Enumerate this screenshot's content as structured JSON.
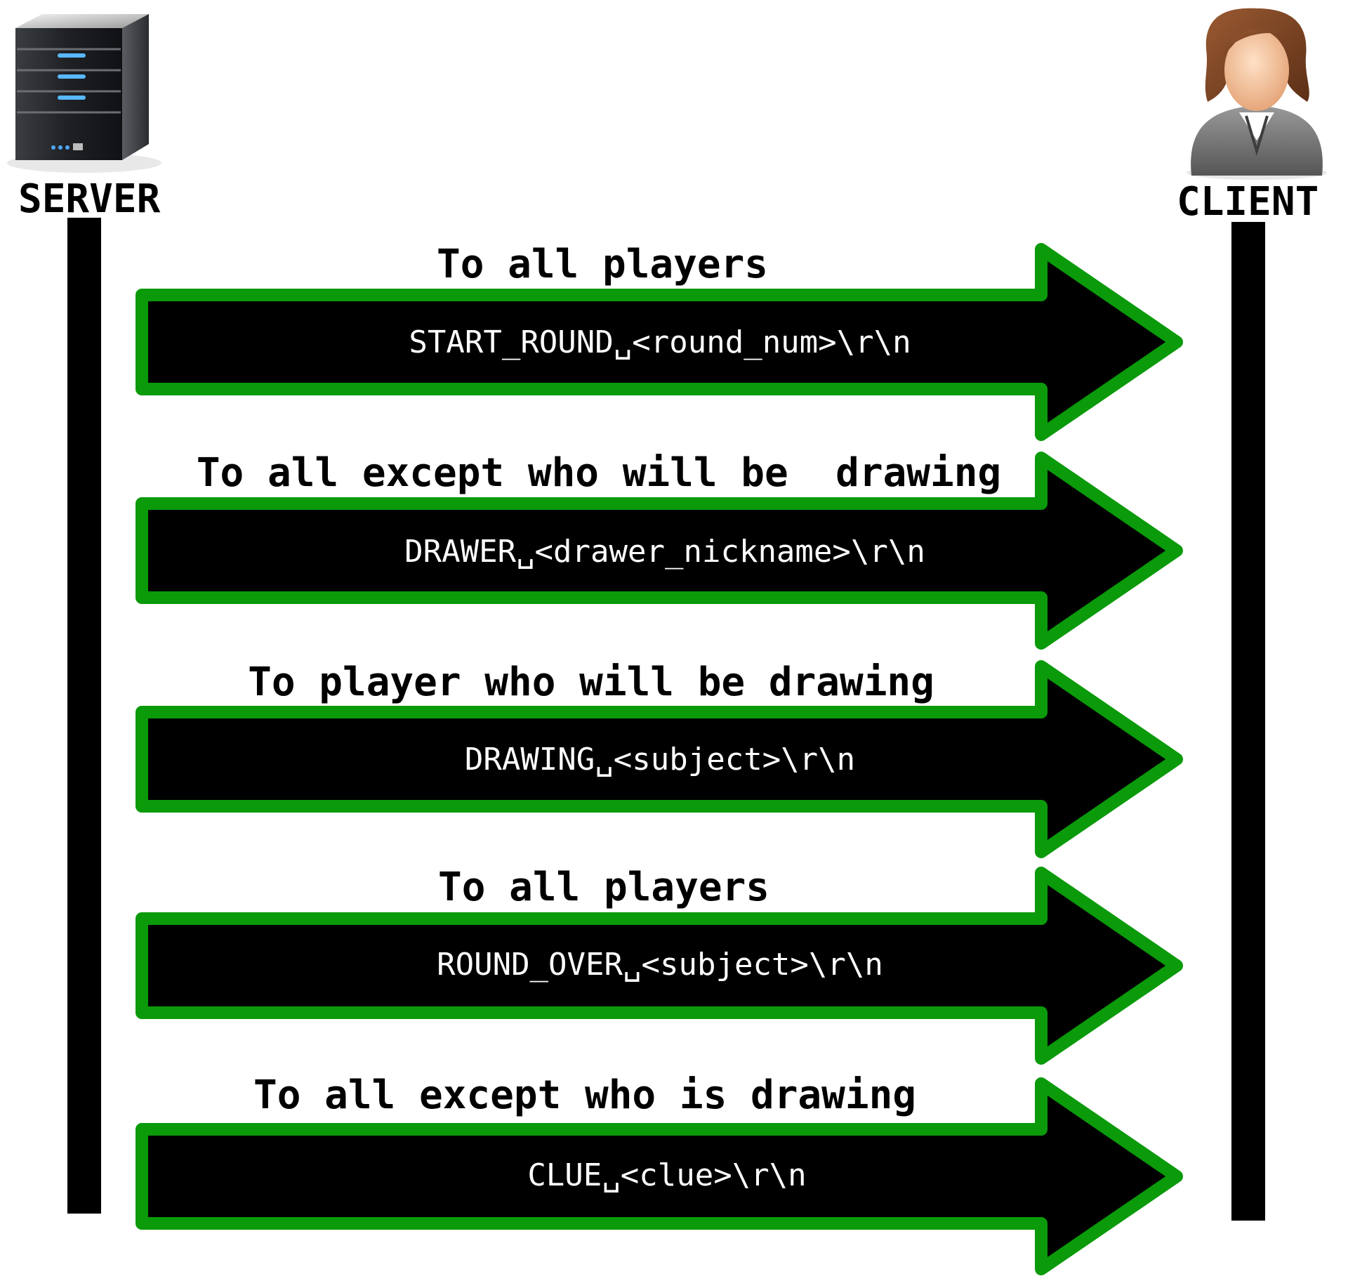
{
  "colors": {
    "arrow_fill": "#000000",
    "arrow_border": "#0a9a0a",
    "lifeline": "#000000",
    "message_text": "#ffffff",
    "caption_text": "#000000"
  },
  "server": {
    "label": "SERVER",
    "icon": "server-tower-icon"
  },
  "client": {
    "label": "CLIENT",
    "icon": "user-avatar-icon"
  },
  "messages": [
    {
      "caption": "To all players",
      "text": "START_ROUND␣<round_num>\\r\\n"
    },
    {
      "caption": "To all except who will be  drawing",
      "text": "DRAWER␣<drawer_nickname>\\r\\n"
    },
    {
      "caption": "To player who will be drawing",
      "text": "DRAWING␣<subject>\\r\\n"
    },
    {
      "caption": "To all players",
      "text": "ROUND_OVER␣<subject>\\r\\n"
    },
    {
      "caption": "To all except who is drawing",
      "text": "CLUE␣<clue>\\r\\n"
    }
  ]
}
